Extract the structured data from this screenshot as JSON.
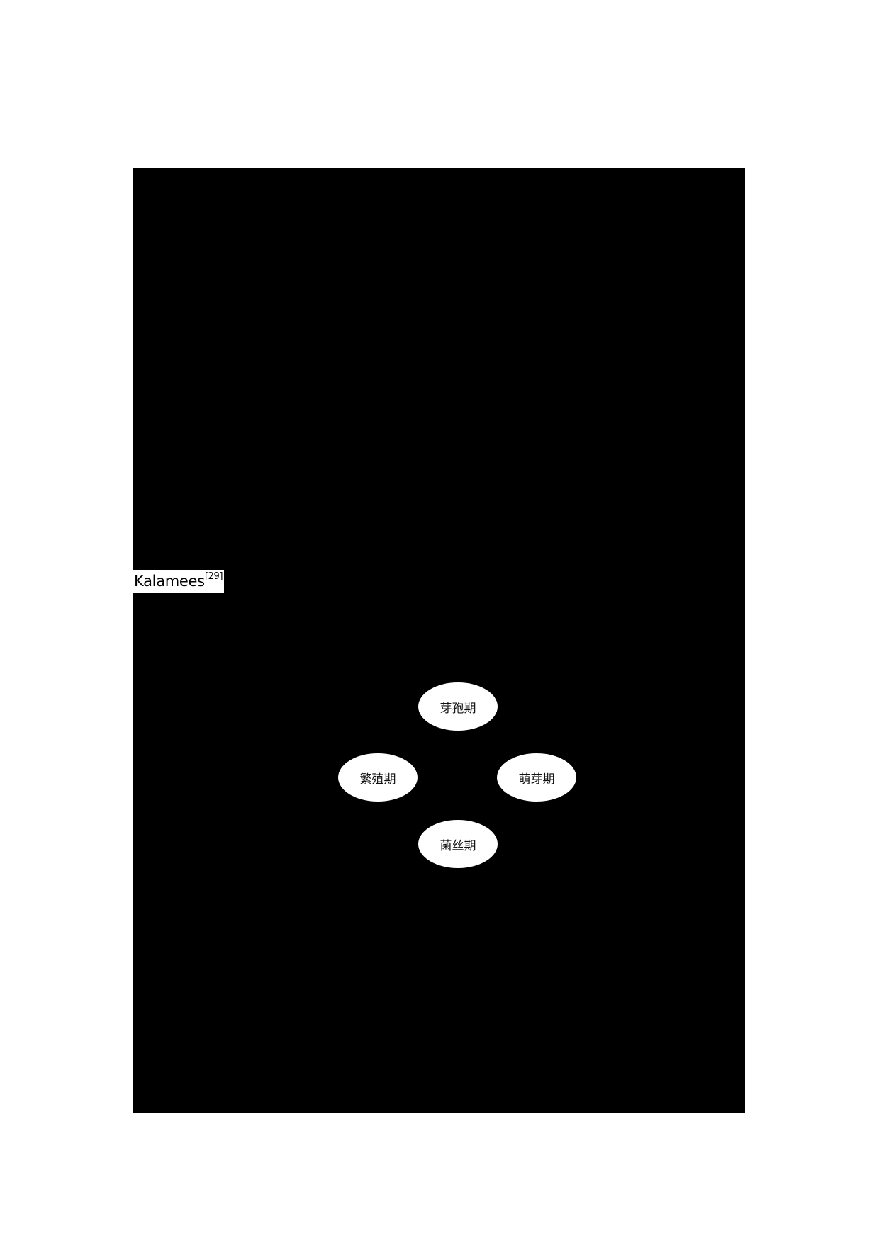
{
  "page": {
    "background_color": "#ffffff",
    "redaction_color": "#000000"
  },
  "citation": {
    "author": "Kalamees",
    "reference": "[29]"
  },
  "diagram": {
    "title": "",
    "nodes": [
      {
        "position": "top",
        "label": "芽孢期"
      },
      {
        "position": "left",
        "label": "繁殖期"
      },
      {
        "position": "right",
        "label": "萌芽期"
      },
      {
        "position": "bottom",
        "label": "菌丝期"
      }
    ]
  }
}
